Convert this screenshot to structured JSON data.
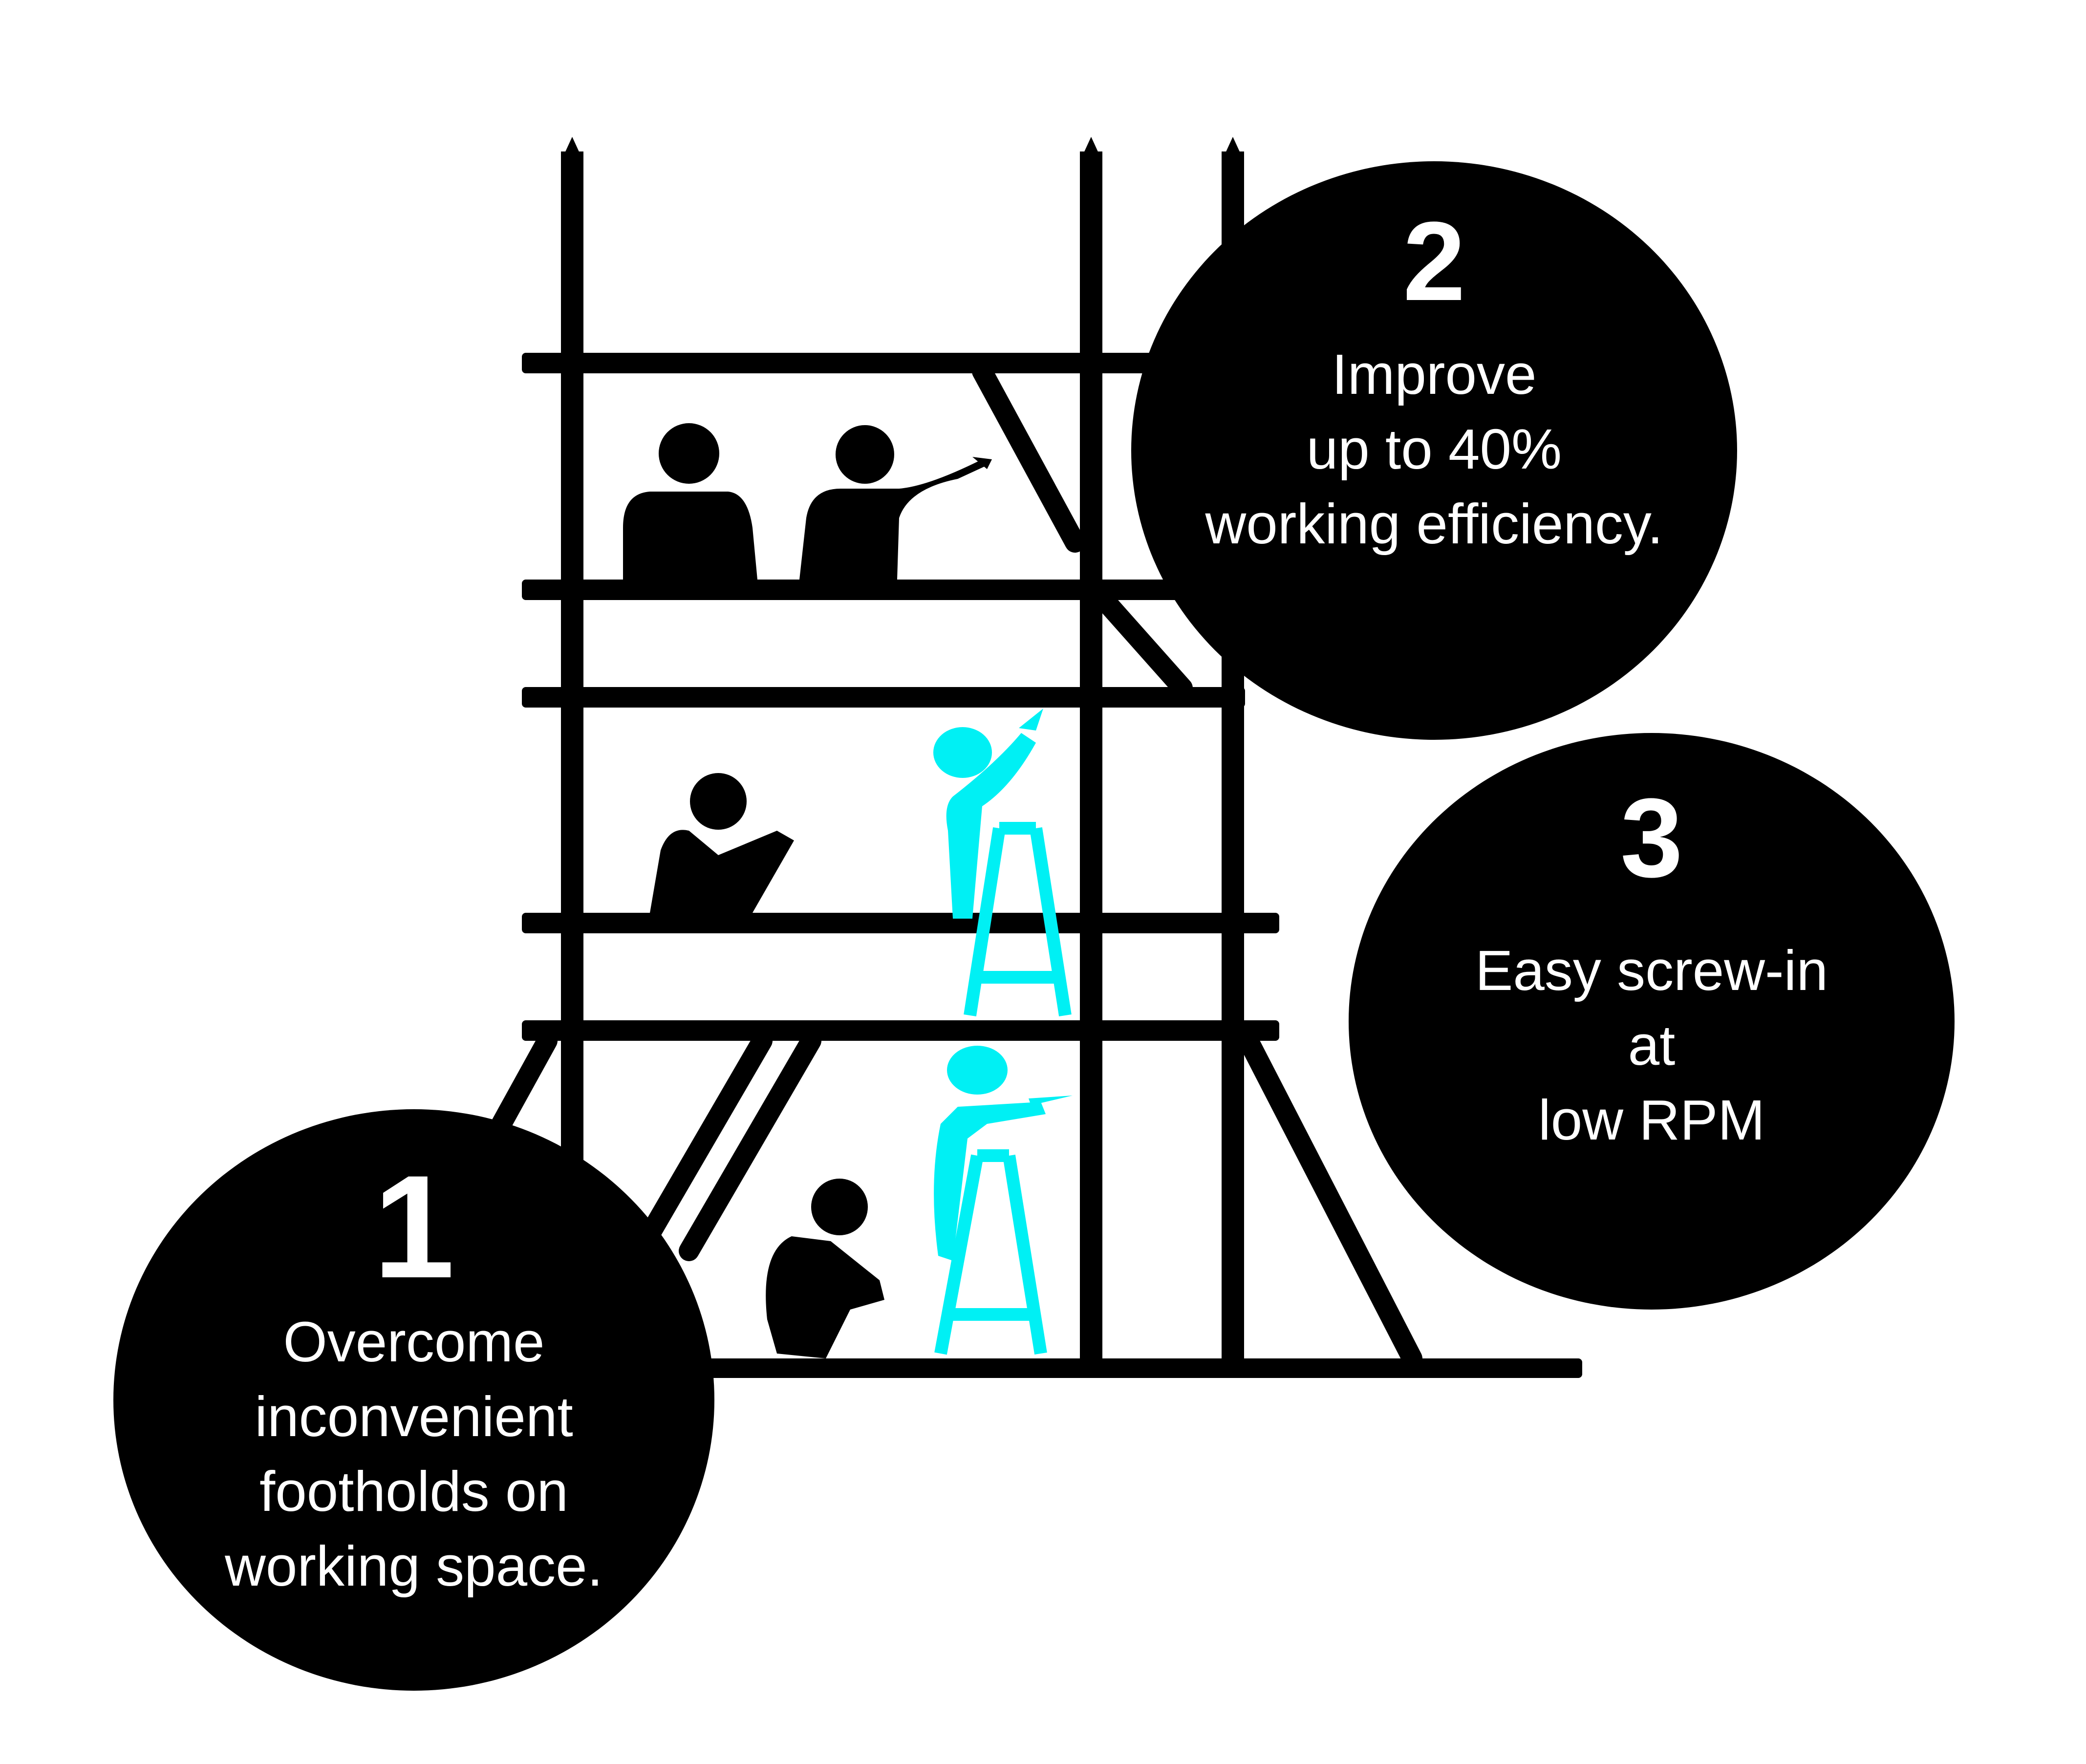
{
  "colors": {
    "primary": "#000000",
    "accent": "#00f0f4",
    "badge_text": "#ffffff",
    "background": "#ffffff"
  },
  "badges": [
    {
      "number": "1",
      "lines": [
        "Overcome",
        "inconvenient",
        "footholds on",
        "working space."
      ]
    },
    {
      "number": "2",
      "lines": [
        "Improve",
        "up to 40%",
        "working efficiency."
      ]
    },
    {
      "number": "3",
      "lines": [
        "Easy screw-in",
        "at",
        "low RPM"
      ]
    }
  ]
}
